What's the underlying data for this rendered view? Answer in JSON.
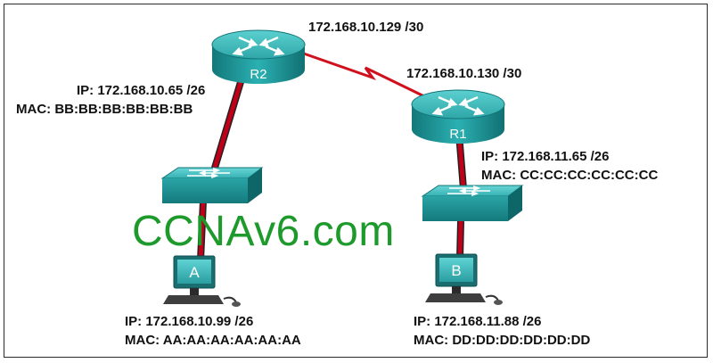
{
  "links": {
    "serial_r2": "172.168.10.129 /30",
    "serial_r1": "172.168.10.130 /30"
  },
  "r2": {
    "name": "R2",
    "ip": "IP: 172.168.10.65 /26",
    "mac": "MAC: BB:BB:BB:BB:BB:BB"
  },
  "r1": {
    "name": "R1",
    "ip": "IP: 172.168.11.65 /26",
    "mac": "MAC: CC:CC:CC:CC:CC:CC"
  },
  "host_a": {
    "name": "A",
    "ip": "IP: 172.168.10.99 /26",
    "mac": "MAC: AA:AA:AA:AA:AA:AA"
  },
  "host_b": {
    "name": "B",
    "ip": "IP: 172.168.11.88 /26",
    "mac": "MAC: DD:DD:DD:DD:DD:DD"
  },
  "watermark": "CCNAv6.com",
  "colors": {
    "device_teal": "#2aa4a6",
    "ethernet_link": "#c00018",
    "serial_link": "#d0101c",
    "watermark_green": "#1d9a2b"
  }
}
